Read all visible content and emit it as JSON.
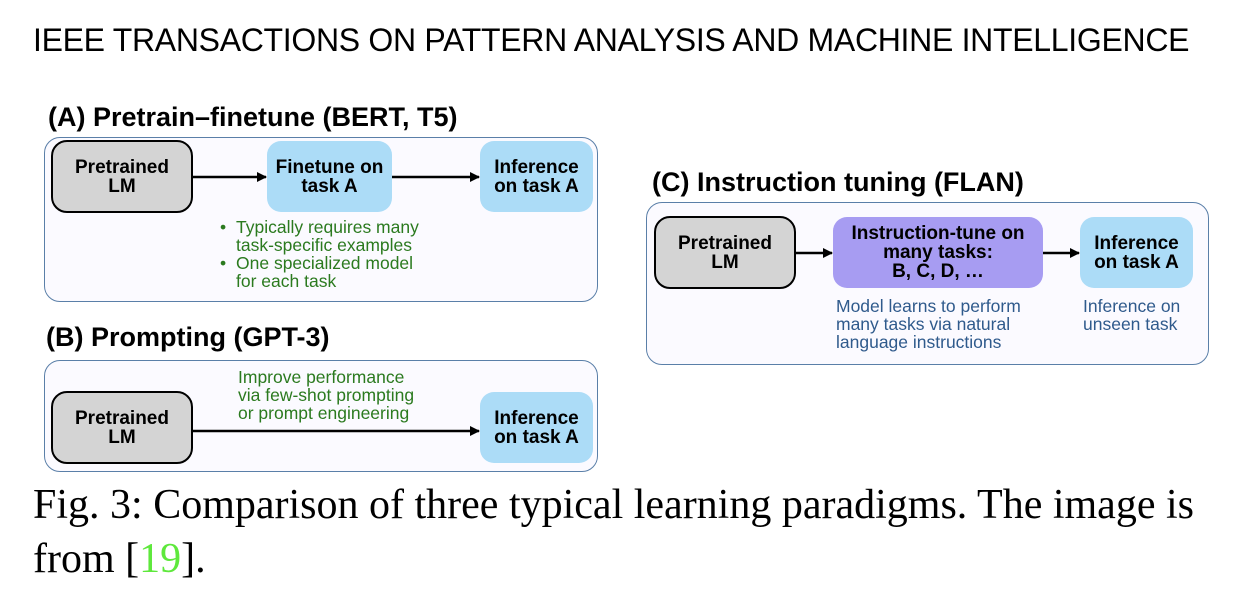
{
  "header": {
    "journal": "IEEE TRANSACTIONS ON PATTERN ANALYSIS AND MACHINE INTELLIGENCE"
  },
  "figure": {
    "panel_a": {
      "title": "(A) Pretrain–finetune (BERT, T5)",
      "nodes": [
        {
          "line1": "Pretrained",
          "line2": "LM",
          "style": "gray"
        },
        {
          "line1": "Finetune on",
          "line2": "task A",
          "style": "blue"
        },
        {
          "line1": "Inference",
          "line2": "on task A",
          "style": "blue"
        }
      ],
      "bullets": [
        {
          "line1": "Typically requires many",
          "line2": "task-specific examples"
        },
        {
          "line1": "One specialized model",
          "line2": "for each task"
        }
      ]
    },
    "panel_b": {
      "title": "(B) Prompting (GPT-3)",
      "nodes": [
        {
          "line1": "Pretrained",
          "line2": "LM",
          "style": "gray"
        },
        {
          "line1": "Inference",
          "line2": "on task A",
          "style": "blue"
        }
      ],
      "arrow_note": [
        "Improve performance",
        "via few-shot prompting",
        "or prompt engineering"
      ]
    },
    "panel_c": {
      "title": "(C) Instruction tuning (FLAN)",
      "nodes": [
        {
          "line1": "Pretrained",
          "line2": "LM",
          "style": "gray"
        },
        {
          "line1": "Instruction-tune on",
          "line2": "many tasks:",
          "line3": "B, C, D, …",
          "style": "purple"
        },
        {
          "line1": "Inference",
          "line2": "on task A",
          "style": "blue"
        }
      ],
      "notes": [
        [
          "Model learns to perform",
          "many tasks via natural",
          "language instructions"
        ],
        [
          "Inference on",
          "unseen task"
        ]
      ]
    },
    "colors": {
      "gray_node": "#d4d4d4",
      "blue_node": "#acdcf7",
      "purple_node": "#a79cf2",
      "green_text": "#2b7a1f",
      "blue_text": "#2f5a8c",
      "panel_border": "#5a7fa8",
      "citation": "#5ee83c"
    }
  },
  "caption": {
    "text_before": "Fig. 3: Comparison of three typical learning paradigms. The image is from [",
    "citation": "19",
    "text_after": "]."
  }
}
